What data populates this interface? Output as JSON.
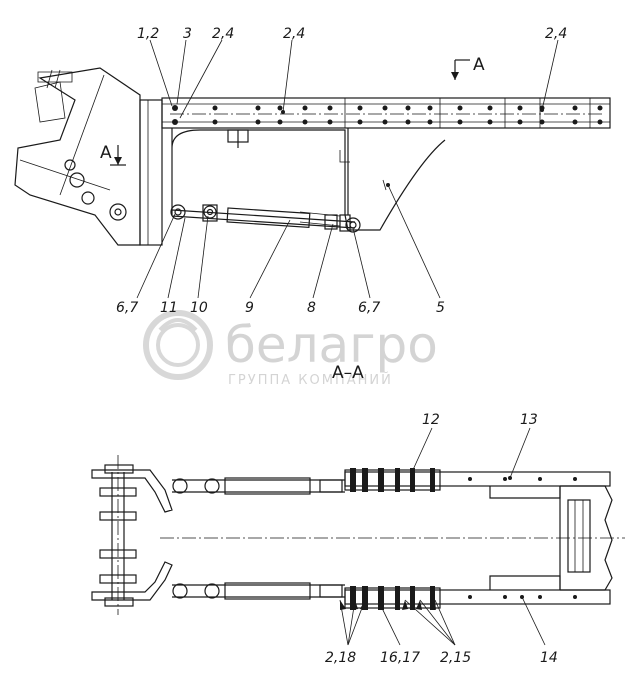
{
  "watermark": {
    "brand": "белагро",
    "tagline": "ГРУППА КОМПАНИЙ"
  },
  "section_title": "А–А",
  "section_marks": [
    "А",
    "А"
  ],
  "top_view_labels": [
    "1,2",
    "3",
    "2,4",
    "2,4",
    "2,4",
    "6,7",
    "11",
    "10",
    "9",
    "8",
    "6,7",
    "5"
  ],
  "plan_view_labels": [
    "12",
    "13",
    "2,18",
    "16,17",
    "2,15",
    "14"
  ]
}
